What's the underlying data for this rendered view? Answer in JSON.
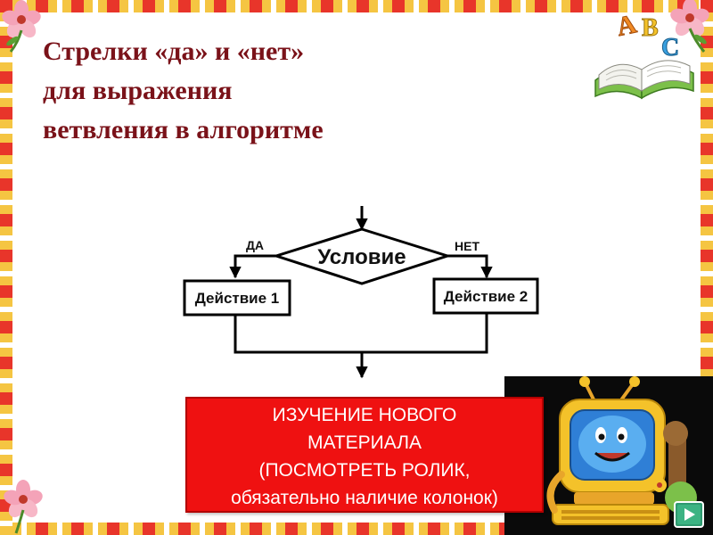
{
  "slide": {
    "title_lines": [
      "Стрелки «да» и «нет»",
      "для выражения",
      "ветвления в алгоритме"
    ]
  },
  "flowchart": {
    "condition": "Условие",
    "yes_label": "ДА",
    "no_label": "НЕТ",
    "action_yes": "Действие 1",
    "action_no": "Действие 2"
  },
  "banner": {
    "lines": [
      "ИЗУЧЕНИЕ НОВОГО",
      "МАТЕРИАЛА",
      "(ПОСМОТРЕТЬ РОЛИК,",
      "обязательно наличие колонок)"
    ]
  },
  "decor": {
    "book_letters": [
      "A",
      "B",
      "C"
    ]
  },
  "colors": {
    "title": "#7a1219",
    "banner_bg": "#ef1111",
    "frame_red": "#e8352a",
    "frame_yellow": "#f5c542",
    "nav_green": "#2f9a70"
  },
  "icons": [
    "flower-icon",
    "open-book-icon",
    "computer-mascot-icon",
    "play-button-icon"
  ]
}
